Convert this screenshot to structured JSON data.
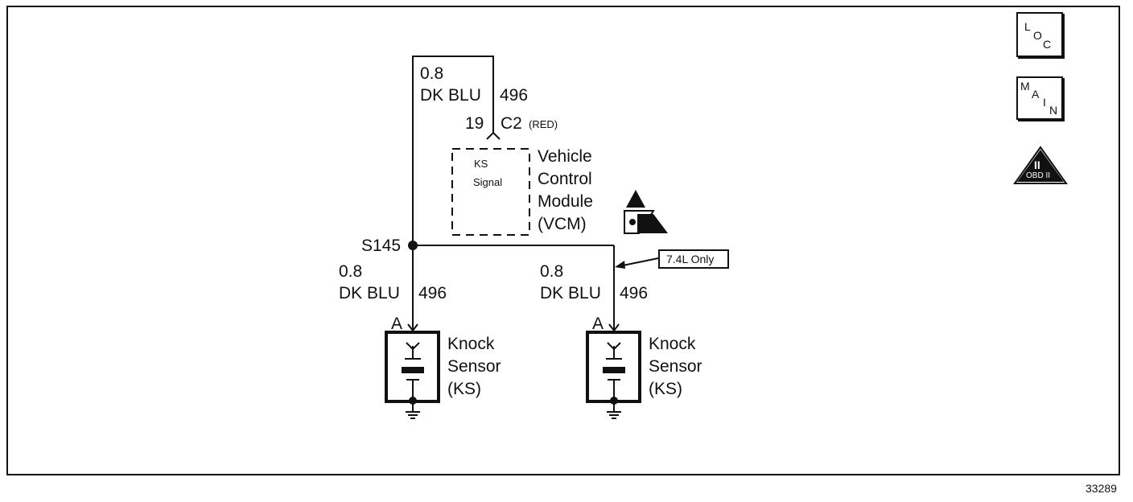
{
  "top_wire": {
    "gauge": "0.8",
    "color": "DK BLU",
    "circuit": "496"
  },
  "connector": {
    "pin": "19",
    "name": "C2",
    "note": "(RED)"
  },
  "vcm": {
    "inner_label": [
      "KS",
      "Signal"
    ],
    "name_lines": [
      "Vehicle",
      "Control",
      "Module",
      "(VCM)"
    ]
  },
  "splice": "S145",
  "left_branch": {
    "gauge": "0.8",
    "color": "DK BLU",
    "circuit": "496",
    "pin": "A",
    "sensor_lines": [
      "Knock",
      "Sensor",
      "(KS)"
    ]
  },
  "right_branch": {
    "gauge": "0.8",
    "color": "DK BLU",
    "circuit": "496",
    "pin": "A",
    "sensor_lines": [
      "Knock",
      "Sensor",
      "(KS)"
    ],
    "callout": "7.4L Only"
  },
  "side_icons": {
    "loc": [
      "L",
      "O",
      "C"
    ],
    "main": [
      "M",
      "A",
      "I",
      "N"
    ],
    "obd": {
      "numeral": "II",
      "label": "OBD II"
    }
  },
  "figure_number": "33289"
}
